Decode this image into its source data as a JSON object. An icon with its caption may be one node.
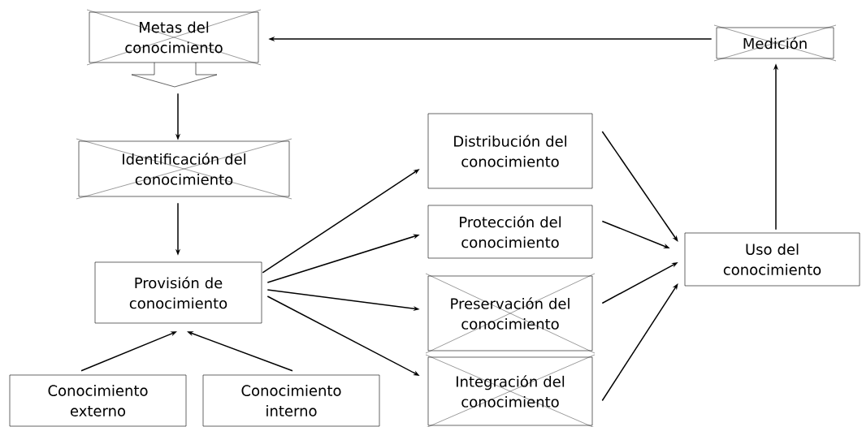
{
  "diagram": {
    "nodes": [
      {
        "text": [
          "Metas del conocimiento"
        ]
      },
      {
        "text": [
          "Medición"
        ]
      },
      {
        "text": [
          "Identificación del conocimiento"
        ]
      },
      {
        "text": [
          "Provisión de conocimiento"
        ]
      },
      {
        "text": [
          "Distribución del conocimiento"
        ]
      },
      {
        "text": [
          "Protección del conocimiento"
        ]
      },
      {
        "text": [
          "Preservación del conocimiento"
        ]
      },
      {
        "text": [
          "Integración del conocimiento"
        ]
      },
      {
        "text": [
          "Uso del conocimiento"
        ]
      },
      {
        "text": [
          "Conocimiento externo"
        ]
      },
      {
        "text": [
          "Conocimiento interno"
        ]
      }
    ],
    "edges": [
      {
        "from": 1,
        "to": 0,
        "arrow": "to"
      },
      {
        "from": 0,
        "to": 2,
        "arrow": "to"
      },
      {
        "from": 2,
        "to": 3,
        "arrow": "to"
      },
      {
        "from": 3,
        "to": 4,
        "arrow": "to"
      },
      {
        "from": 3,
        "to": 5,
        "arrow": "to"
      },
      {
        "from": 3,
        "to": 6,
        "arrow": "to"
      },
      {
        "from": 3,
        "to": 7,
        "arrow": "to"
      },
      {
        "from": 4,
        "to": 8,
        "arrow": "to"
      },
      {
        "from": 5,
        "to": 8,
        "arrow": "to"
      },
      {
        "from": 6,
        "to": 8,
        "arrow": "to"
      },
      {
        "from": 7,
        "to": 8,
        "arrow": "to"
      },
      {
        "from": 8,
        "to": 1,
        "arrow": "to"
      },
      {
        "from": 9,
        "to": 3,
        "arrow": "to"
      },
      {
        "from": 10,
        "to": 3,
        "arrow": "to"
      }
    ]
  }
}
